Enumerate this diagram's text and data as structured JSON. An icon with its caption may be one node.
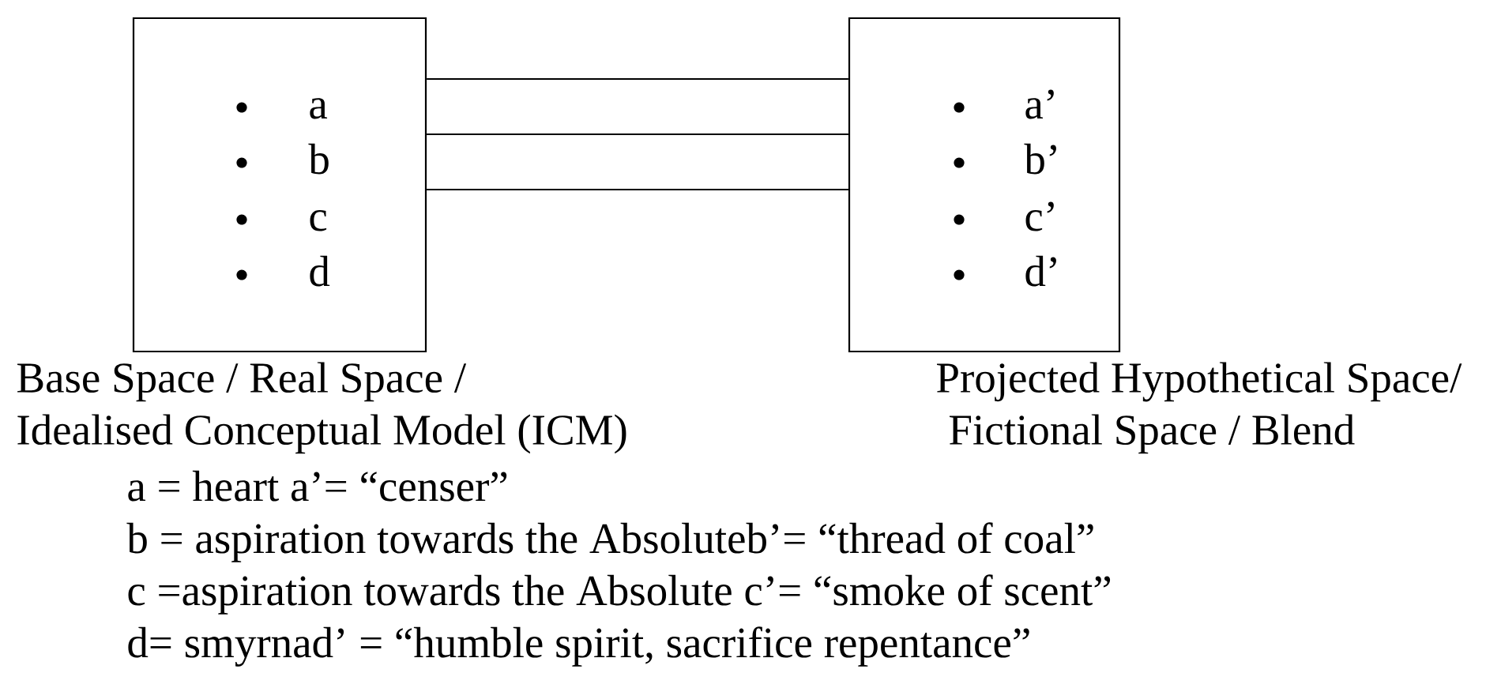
{
  "diagram": {
    "nodes": [
      {
        "text": [
          "a",
          "b",
          "c",
          "d"
        ],
        "beside": [
          "Base Space / Real Space / Idealised Conceptual Model (ICM)"
        ]
      },
      {
        "text": [
          "a’",
          "b’",
          "c’",
          "d’"
        ],
        "beside": [
          "Projected Hypothetical Space/ Fictional Space / Blend"
        ]
      }
    ],
    "edges": [
      {
        "from": 0,
        "to": 1,
        "arrow": "none"
      },
      {
        "from": 0,
        "to": 1,
        "arrow": "none"
      },
      {
        "from": 0,
        "to": 1,
        "arrow": "none"
      }
    ],
    "labels": [
      "a = heart a’= “censer”",
      "b = aspiration towards the Absoluteb’= “thread of coal”",
      "c =aspiration towards the Absolute c’= “smoke of scent”",
      "d= smyrnad’ = “humble spirit, sacrifice repentance”"
    ]
  }
}
